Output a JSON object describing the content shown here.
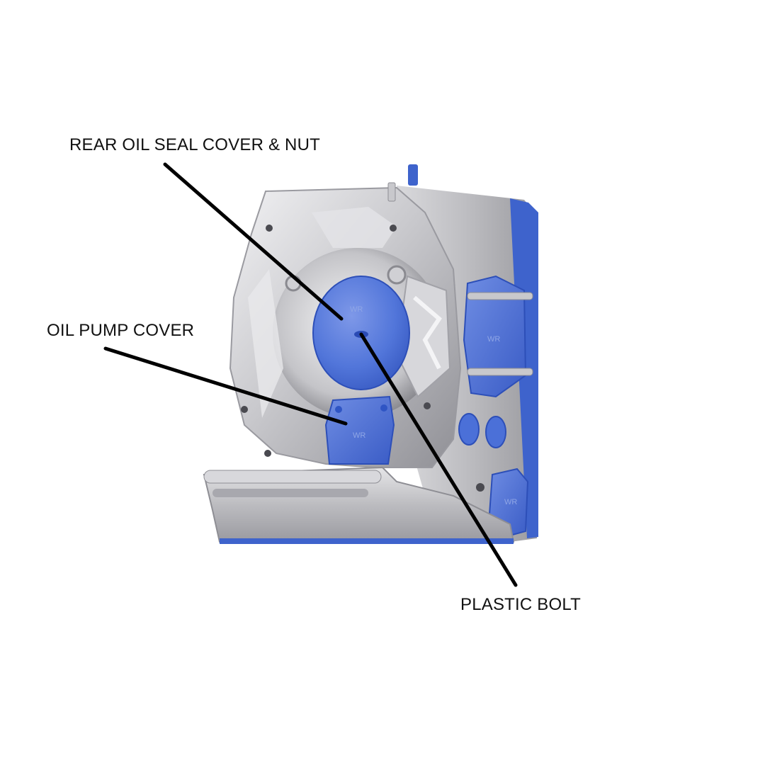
{
  "callouts": {
    "rear_oil_seal": "REAR OIL SEAL COVER & NUT",
    "oil_pump": "OIL PUMP COVER",
    "plastic_bolt": "PLASTIC BOLT"
  },
  "part_mark": "WR",
  "colors": {
    "housing": "#c8c8cc",
    "housing_shadow": "#8e8e94",
    "cover_blue": "#4b70d8",
    "cover_blue_dark": "#2f55c4",
    "leader_line": "#000000",
    "background": "#ffffff"
  }
}
